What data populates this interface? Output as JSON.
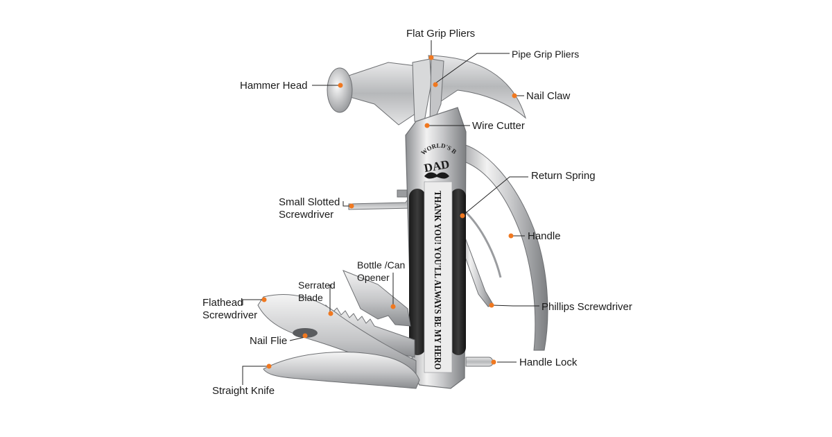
{
  "diagram": {
    "accent_color": "#f07820",
    "tool_engraving": {
      "arc_text": "WORLD'S BEST",
      "name": "DAD",
      "mustache_icon": "mustache-icon",
      "message": "THANK YOU! YOU'LL ALWAYS BE MY HERO"
    },
    "labels": {
      "flat_grip_pliers": "Flat Grip Pliers",
      "pipe_grip_pliers": "Pipe Grip Pliers",
      "hammer_head": "Hammer Head",
      "nail_claw": "Nail Claw",
      "wire_cutter": "Wire Cutter",
      "return_spring": "Return Spring",
      "small_slotted_1": "Small Slotted",
      "small_slotted_2": "Screwdriver",
      "handle": "Handle",
      "bottle_opener_1": "Bottle /Can",
      "bottle_opener_2": "Opener",
      "serrated_blade_1": "Serrated",
      "serrated_blade_2": "Blade",
      "flathead_1": "Flathead",
      "flathead_2": "Screwdriver",
      "phillips": "Phillips Screwdriver",
      "nail_file": "Nail Flie",
      "handle_lock": "Handle Lock",
      "straight_knife": "Straight Knife"
    }
  }
}
